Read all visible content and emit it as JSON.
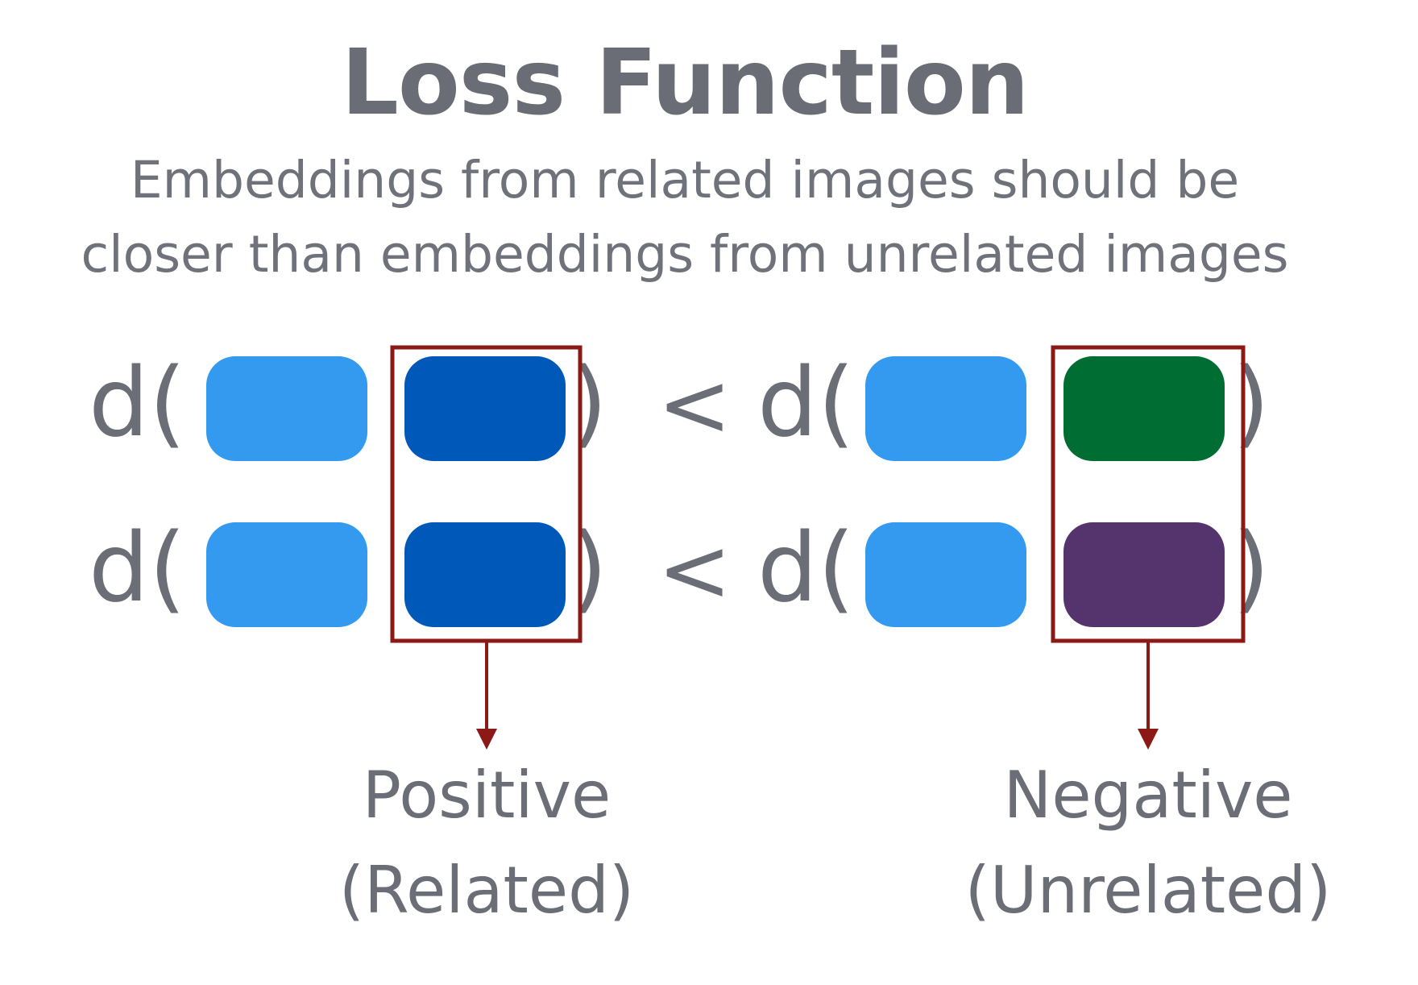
{
  "title": "Loss Function",
  "subtitle": {
    "line1": "Embeddings from related images should be",
    "line2": "closer than embeddings from unrelated images"
  },
  "formula": {
    "distance_symbol": "d(",
    "close_paren": ")",
    "comparator": "<"
  },
  "rows": [
    {
      "anchor_color": "#339af0",
      "positive_color": "#0059b8",
      "negative_color": "#006d32"
    },
    {
      "anchor_color": "#339af0",
      "positive_color": "#0059b8",
      "negative_color": "#55336c"
    }
  ],
  "highlight_color": "#8b1a16",
  "labels": {
    "positive": {
      "line1": "Positive",
      "line2": "(Related)"
    },
    "negative": {
      "line1": "Negative",
      "line2": "(Unrelated)"
    }
  }
}
